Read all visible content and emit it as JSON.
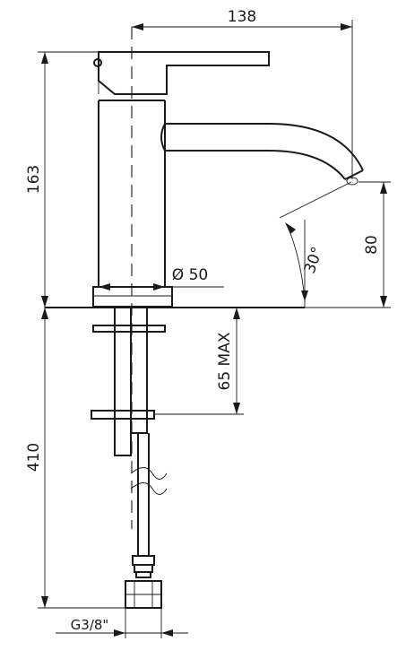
{
  "dimensions": {
    "width_138": "138",
    "height_163": "163",
    "spout_80": "80",
    "angle_30": "30°",
    "diameter_50": "Ø 50",
    "max_65": "65 MAX",
    "length_410": "410",
    "thread": "G3/8\""
  }
}
